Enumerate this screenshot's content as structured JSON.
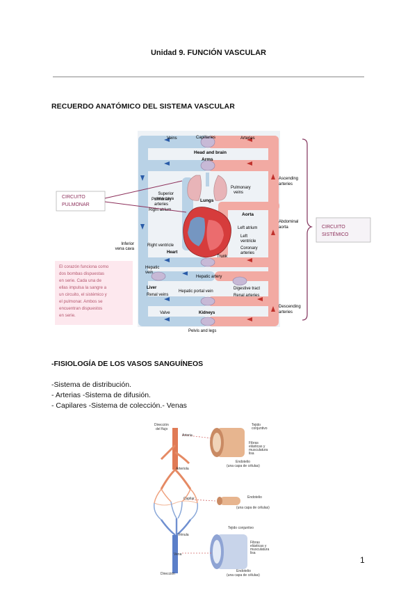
{
  "title": "Unidad 9. FUNCIÓN VASCULAR",
  "section1_heading": "RECUERDO ANATÓMICO DEL SISTEMA VASCULAR",
  "diagram1": {
    "top_labels": {
      "veins": "Veins",
      "capillaries": "Capillaries",
      "arteries": "Arteries"
    },
    "organ_labels": {
      "head_brain": "Head and brain",
      "arms": "Arms",
      "superior_vena_cava": [
        "Superior",
        "vena cava"
      ],
      "pulmonary_arteries": [
        "Pulmonary",
        "arteries"
      ],
      "pulmonary_veins": [
        "Pulmonary",
        "veins"
      ],
      "lungs": "Lungs",
      "right_atrium": "Right atrium",
      "aorta": "Aorta",
      "left_atrium": "Left atrium",
      "left_ventricle": [
        "Left",
        "ventricle"
      ],
      "coronary_arteries": [
        "Coronary",
        "arteries"
      ],
      "right_ventricle": "Right ventricle",
      "heart": "Heart",
      "trunk": "Trunk",
      "inferior_vena_cava": [
        "Inferior",
        "vena cava"
      ],
      "hepatic_vein": [
        "Hepatic",
        "vein"
      ],
      "hepatic_artery": "Hepatic artery",
      "liver": "Liver",
      "hepatic_portal_vein": "Hepatic portal vein",
      "digestive_tract": "Digestive tract",
      "renal_veins": "Renal veins",
      "renal_arteries": "Renal arteries",
      "valve": "Valve",
      "kidneys": "Kidneys",
      "pelvis_legs": "Pelvis and legs"
    },
    "side_labels": {
      "ascending_arteries": [
        "Ascending",
        "arteries"
      ],
      "abdominal_aorta": [
        "Abdominal",
        "aorta"
      ],
      "descending_arteries": [
        "Descending",
        "arteries"
      ]
    },
    "callouts": {
      "pulmonary": [
        "CIRCUITO",
        "PULMONAR"
      ],
      "systemic": [
        "CIRCUITO",
        "SISTÉMICO"
      ]
    },
    "note_lines": [
      "El corazón funciona como",
      "dos  bombas  dispuestas",
      "en serie.  Cada una   de",
      "ellas impulsa la sangre a",
      "un circuito, el sistémico y",
      "el  pulmonar.  Ambos se",
      "encuentran    dispuestos",
      "en serie."
    ]
  },
  "section2_heading": "-FISIOLOGÍA DE LOS VASOS SANGUÍNEOS",
  "function_lines": [
    "-Sistema de distribución.",
    "- Arterias -Sistema de difusión.",
    "- Capilares -Sistema de colección.- Venas"
  ],
  "diagram2": {
    "left_labels": {
      "heart_origin": [
        "Dirección",
        "del flujo"
      ],
      "artery": "Arteria",
      "arteriole": "Arteriola",
      "capillary": "Capilar",
      "venule": "Vénula",
      "vein": "Vena",
      "return": "Dirección"
    },
    "artery_labels": {
      "connective": [
        "Tejido",
        "conjuntivo"
      ],
      "elastic": [
        "Fibras",
        "elásticas y",
        "musculatura",
        "lisa"
      ],
      "endothelium": [
        "Endotelio",
        "(una capa de células)"
      ]
    },
    "capillary_labels": {
      "endothelium": [
        "Endotelio",
        "(una capa de células)"
      ]
    },
    "vein_labels": {
      "connective": "Tejido conjuntivo",
      "elastic": [
        "Fibras",
        "elásticas y",
        "musculatura",
        "lisa"
      ],
      "endothelium": [
        "Endotelio",
        "(una capa de células)"
      ]
    }
  },
  "page_number": "1",
  "colors": {
    "vein_blue": "#b9d2e6",
    "artery_red": "#f2aaa3",
    "callout_purple": "#8c2f5a",
    "note_text": "#b5566e",
    "note_bg": "#fde8ee",
    "bracket": "#8a3f66"
  }
}
